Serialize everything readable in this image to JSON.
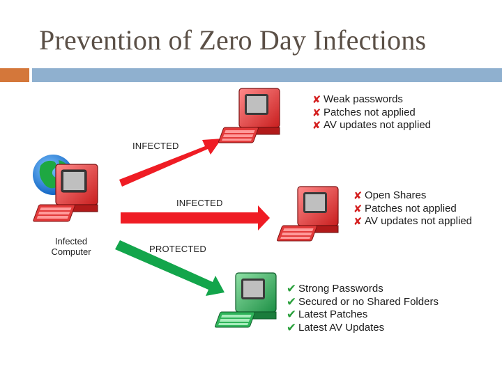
{
  "title": "Prevention of Zero Day Infections",
  "colors": {
    "accent_orange": "#d4773a",
    "accent_blue": "#8fb0cf",
    "infected_red": "#ef1c24",
    "protected_green": "#13a54b"
  },
  "source": {
    "label_line1": "Infected",
    "label_line2": "Computer"
  },
  "arrows": [
    {
      "label": "INFECTED",
      "status": "infected"
    },
    {
      "label": "INFECTED",
      "status": "infected"
    },
    {
      "label": "PROTECTED",
      "status": "protected"
    }
  ],
  "targets": [
    {
      "status": "infected",
      "items": [
        {
          "icon": "x-mark-icon",
          "text": "Weak passwords"
        },
        {
          "icon": "x-mark-icon",
          "text": "Patches not applied"
        },
        {
          "icon": "x-mark-icon",
          "text": "AV updates not applied"
        }
      ]
    },
    {
      "status": "infected",
      "items": [
        {
          "icon": "x-mark-icon",
          "text": "Open Shares"
        },
        {
          "icon": "x-mark-icon",
          "text": "Patches not applied"
        },
        {
          "icon": "x-mark-icon",
          "text": "AV updates not applied"
        }
      ]
    },
    {
      "status": "protected",
      "items": [
        {
          "icon": "check-mark-icon",
          "text": "Strong Passwords"
        },
        {
          "icon": "check-mark-icon",
          "text": "Secured or no Shared Folders"
        },
        {
          "icon": "check-mark-icon",
          "text": "Latest Patches"
        },
        {
          "icon": "check-mark-icon",
          "text": "Latest AV Updates"
        }
      ]
    }
  ]
}
